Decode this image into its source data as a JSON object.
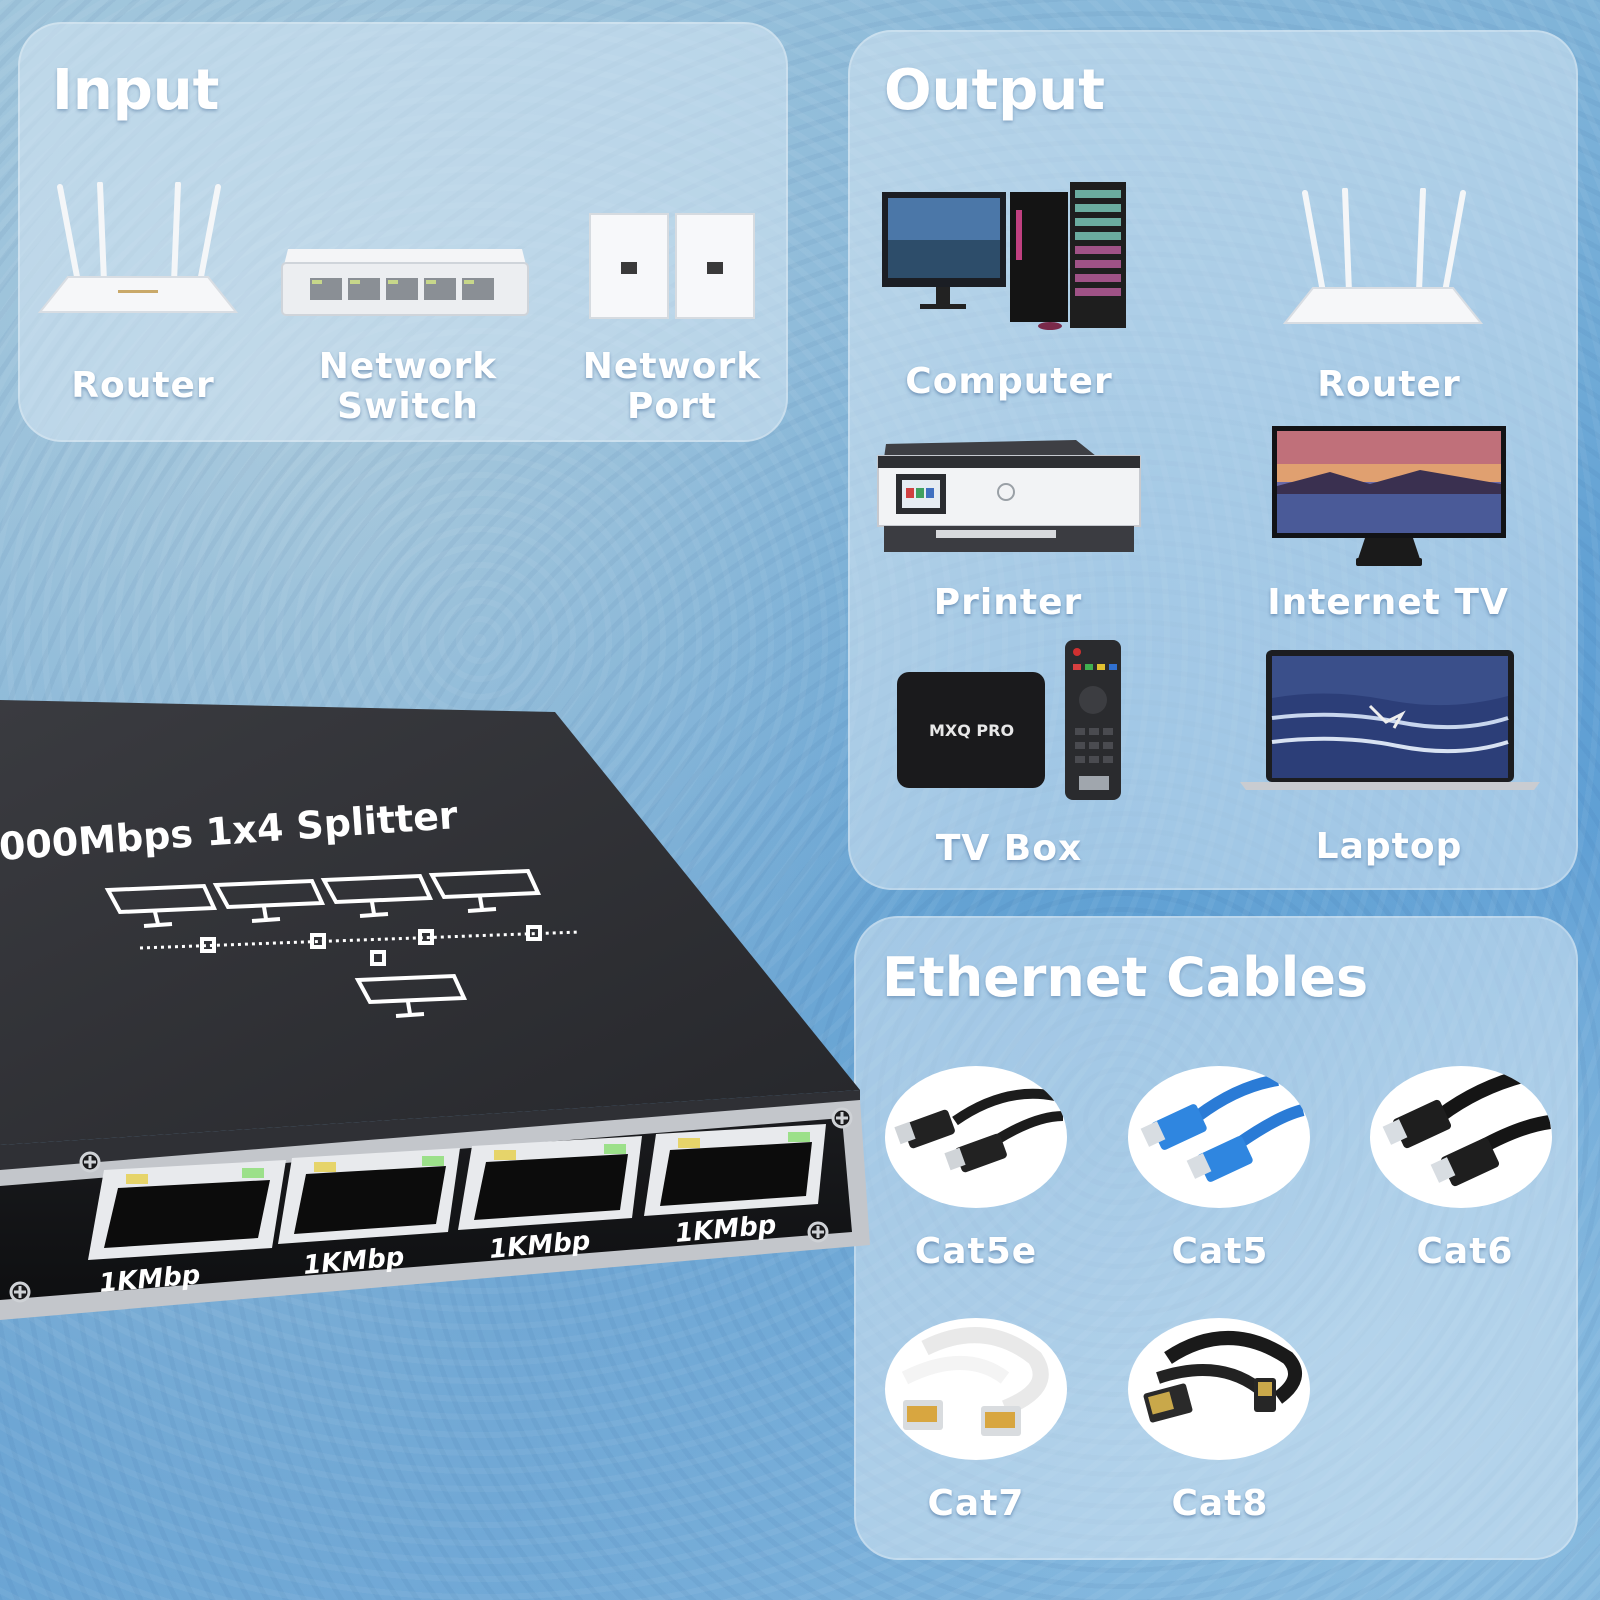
{
  "input": {
    "title": "Input",
    "items": [
      {
        "label_lines": [
          "Router"
        ],
        "icon": "router-icon"
      },
      {
        "label_lines": [
          "Network",
          "Switch"
        ],
        "icon": "network-switch-icon"
      },
      {
        "label_lines": [
          "Network",
          "Port"
        ],
        "icon": "wall-port-icon"
      }
    ]
  },
  "output": {
    "title": "Output",
    "items": [
      {
        "label": "Computer",
        "icon": "computer-icon"
      },
      {
        "label": "Router",
        "icon": "router-icon"
      },
      {
        "label": "Printer",
        "icon": "printer-icon"
      },
      {
        "label": "Internet TV",
        "icon": "tv-icon"
      },
      {
        "label": "TV Box",
        "icon": "tv-box-icon"
      },
      {
        "label": "Laptop",
        "icon": "laptop-icon"
      }
    ]
  },
  "cables": {
    "title": "Ethernet Cables",
    "items": [
      {
        "label": "Cat5e",
        "color": "#222222"
      },
      {
        "label": "Cat5",
        "color": "#2a7bd6"
      },
      {
        "label": "Cat6",
        "color": "#1a1a1a"
      },
      {
        "label": "Cat7",
        "color": "#f2f2f2"
      },
      {
        "label": "Cat8",
        "color": "#1c1c1c"
      }
    ]
  },
  "device": {
    "title": "000Mbps 1x4 Splitter",
    "ports": [
      "1KMbp",
      "1KMbp",
      "1KMbp",
      "1KMbp"
    ],
    "body_color": "#2b2c30"
  }
}
